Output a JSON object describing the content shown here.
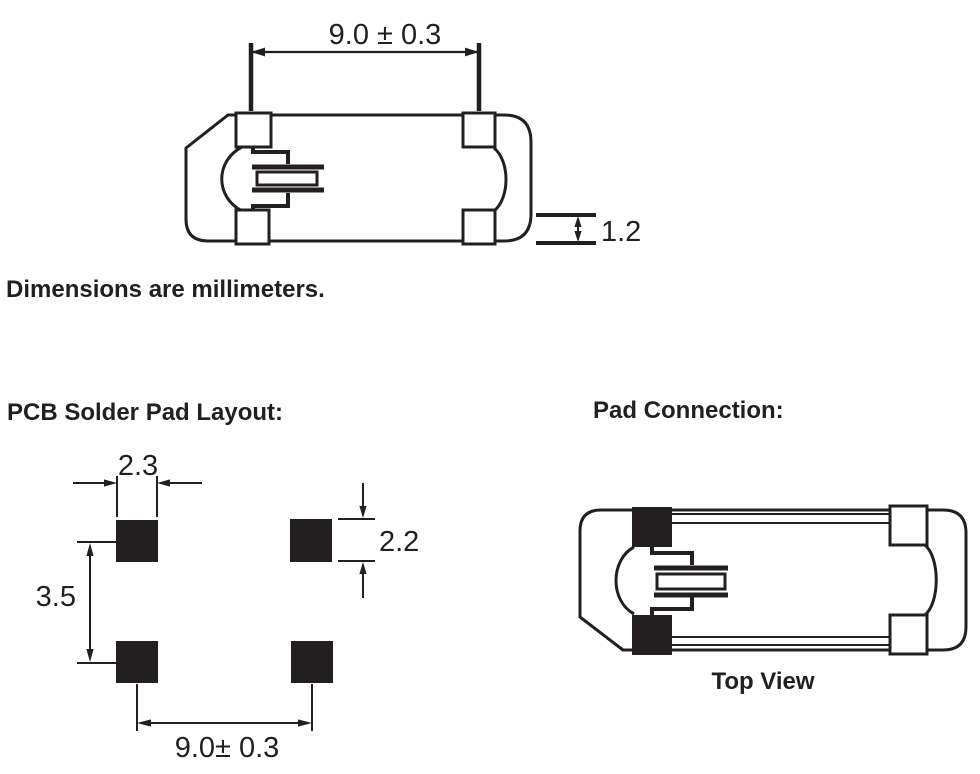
{
  "colors": {
    "ink": "#231f20",
    "background": "#ffffff"
  },
  "units_note": "Dimensions are millimeters.",
  "front_view": {
    "width_dim": "9.0 ± 0.3",
    "pad_height_dim": "1.2"
  },
  "pcb_layout": {
    "heading": "PCB Solder Pad Layout:",
    "pad_width_dim": "2.3",
    "pad_height_dim": "2.2",
    "row_pitch_dim": "3.5",
    "column_pitch_dim": "9.0± 0.3"
  },
  "pad_connection": {
    "heading": "Pad Connection:",
    "caption": "Top View"
  }
}
